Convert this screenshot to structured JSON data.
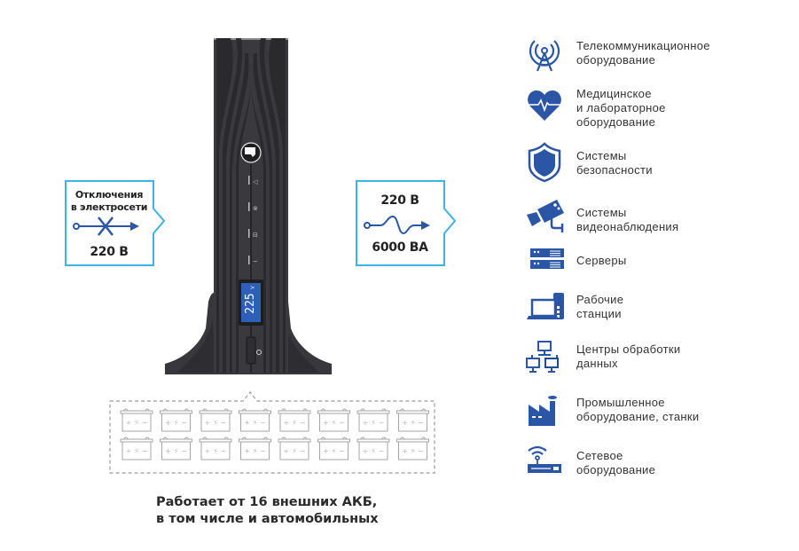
{
  "colors": {
    "accent": "#2b56a6",
    "callout_border": "#3fb3e6",
    "ups_body": "#38373b",
    "ups_dark": "#28272a",
    "lcd_blue": "#2f5fb8",
    "battery_gray": "#a6a6a6",
    "text_dark": "#2a2a2a"
  },
  "input_callout": {
    "title_line1": "Отключения",
    "title_line2": "в электросети",
    "voltage": "220 В",
    "icon": "broken-line-arrow-icon"
  },
  "output_callout": {
    "voltage": "220 В",
    "power": "6000 ВА",
    "icon": "sine-wave-arrow-icon"
  },
  "ups": {
    "lcd_value": "225",
    "lcd_unit": "V",
    "indicators": [
      "battery-icon",
      "fan-icon",
      "output-icon",
      "wave-icon"
    ],
    "power_button_icon": "power-icon"
  },
  "batteries": {
    "count": 16,
    "rows": 2,
    "per_row": 8,
    "symbols": [
      "+",
      "⚡",
      "−"
    ]
  },
  "caption": {
    "line1": "Работает от 16 внешних АКБ,",
    "line2": "в том числе и автомобильных"
  },
  "applications": [
    {
      "icon": "antenna-tower-icon",
      "lines": [
        "Телекоммуникационное",
        "оборудование"
      ]
    },
    {
      "icon": "heart-pulse-icon",
      "lines": [
        "Медицинское",
        "и лабораторное",
        "оборудование"
      ]
    },
    {
      "icon": "shield-icon",
      "lines": [
        "Системы",
        "безопасности"
      ]
    },
    {
      "icon": "cctv-camera-icon",
      "lines": [
        "Системы",
        "видеонаблюдения"
      ]
    },
    {
      "icon": "server-icon",
      "lines": [
        "Серверы"
      ]
    },
    {
      "icon": "workstation-icon",
      "lines": [
        "Рабочие",
        "станции"
      ]
    },
    {
      "icon": "network-computers-icon",
      "lines": [
        "Центры обработки",
        "данных"
      ]
    },
    {
      "icon": "factory-icon",
      "lines": [
        "Промышленное",
        "оборудование, станки"
      ]
    },
    {
      "icon": "router-icon",
      "lines": [
        "Сетевое",
        "оборудование"
      ]
    }
  ]
}
